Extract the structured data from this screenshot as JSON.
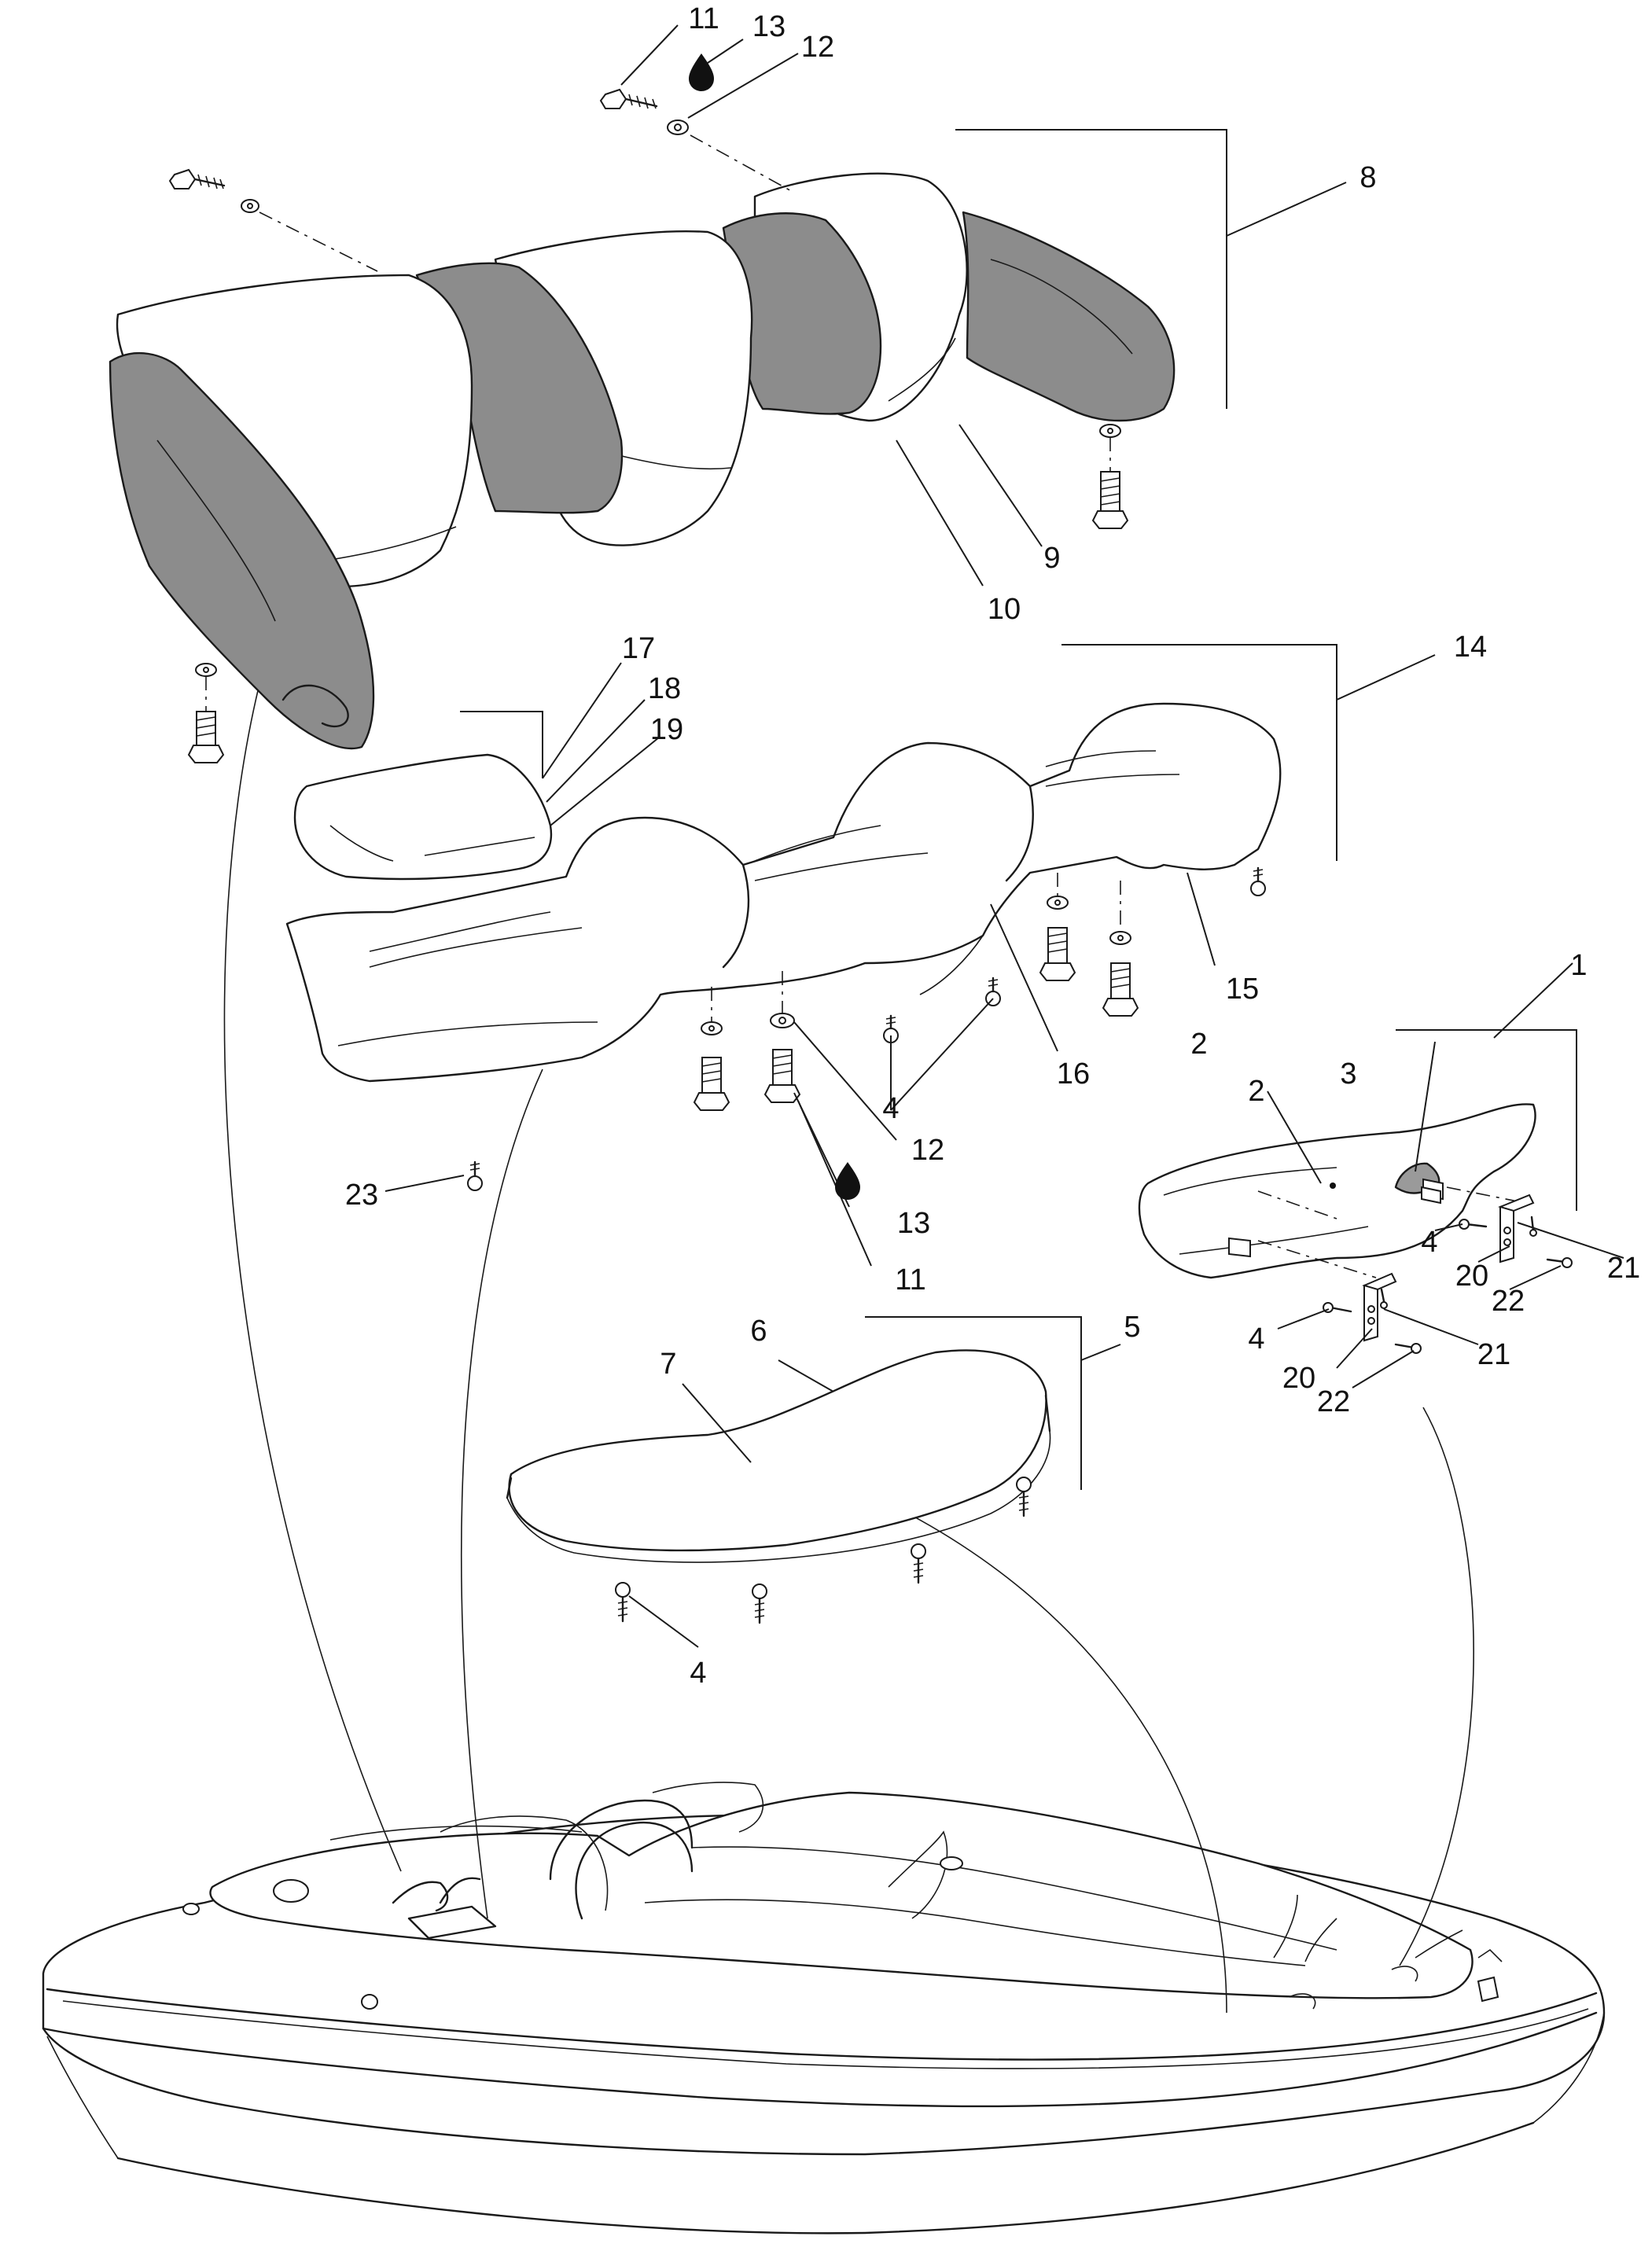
{
  "callouts": [
    {
      "id": "c11a",
      "text": "11"
    },
    {
      "id": "c13a",
      "text": "13"
    },
    {
      "id": "c12a",
      "text": "12"
    },
    {
      "id": "c8",
      "text": "8"
    },
    {
      "id": "c9",
      "text": "9"
    },
    {
      "id": "c10",
      "text": "10"
    },
    {
      "id": "c14",
      "text": "14"
    },
    {
      "id": "c17",
      "text": "17"
    },
    {
      "id": "c18",
      "text": "18"
    },
    {
      "id": "c19",
      "text": "19"
    },
    {
      "id": "c15",
      "text": "15"
    },
    {
      "id": "c16",
      "text": "16"
    },
    {
      "id": "c2a",
      "text": "2"
    },
    {
      "id": "c4a",
      "text": "4"
    },
    {
      "id": "c12b",
      "text": "12"
    },
    {
      "id": "c13b",
      "text": "13"
    },
    {
      "id": "c11b",
      "text": "11"
    },
    {
      "id": "c23",
      "text": "23"
    },
    {
      "id": "c1",
      "text": "1"
    },
    {
      "id": "c3",
      "text": "3"
    },
    {
      "id": "c2b",
      "text": "2"
    },
    {
      "id": "c4b",
      "text": "4"
    },
    {
      "id": "c20a",
      "text": "20"
    },
    {
      "id": "c22a",
      "text": "22"
    },
    {
      "id": "c21a",
      "text": "21"
    },
    {
      "id": "c4c",
      "text": "4"
    },
    {
      "id": "c20b",
      "text": "20"
    },
    {
      "id": "c22b",
      "text": "22"
    },
    {
      "id": "c21b",
      "text": "21"
    },
    {
      "id": "c5",
      "text": "5"
    },
    {
      "id": "c6",
      "text": "6"
    },
    {
      "id": "c7",
      "text": "7"
    },
    {
      "id": "c4d",
      "text": "4"
    }
  ],
  "icons": {
    "drop_a": "oil-drop-icon",
    "drop_b": "oil-drop-icon"
  }
}
